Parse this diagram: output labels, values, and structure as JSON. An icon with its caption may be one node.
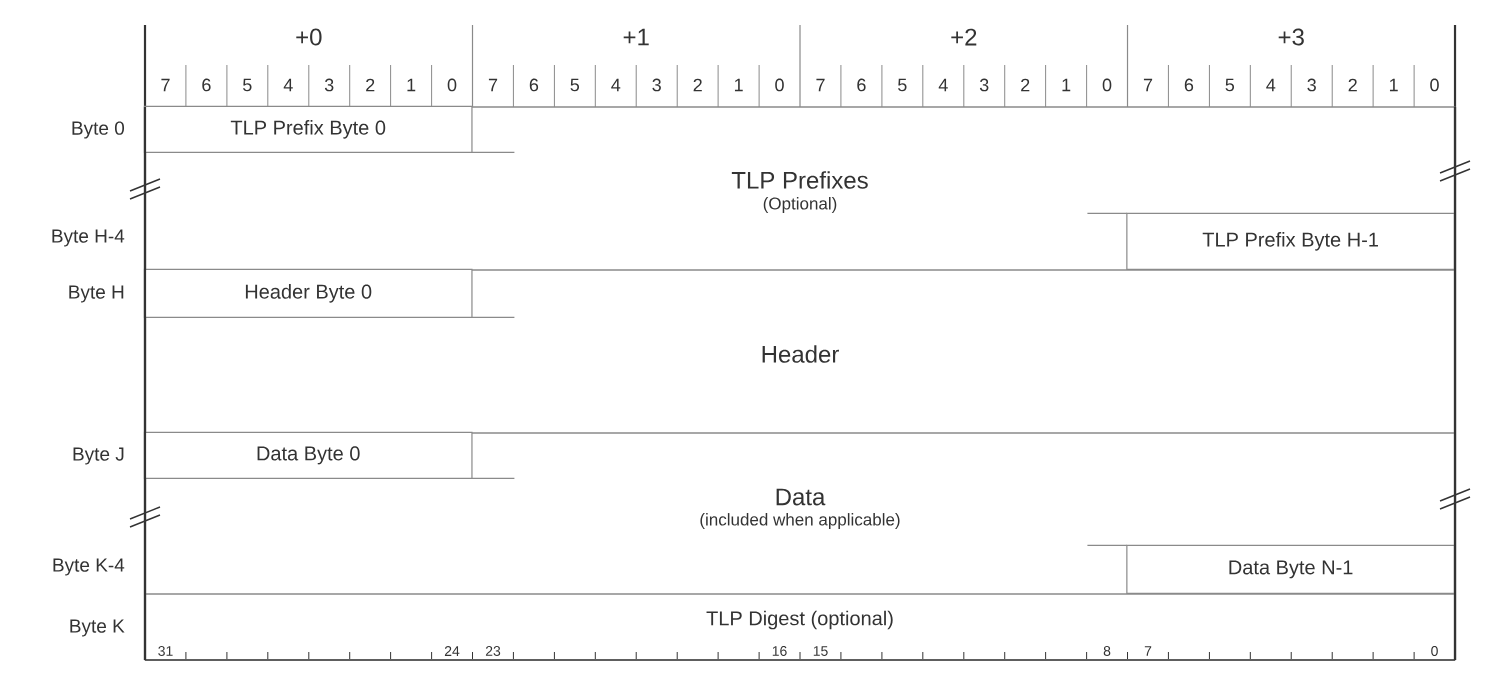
{
  "diagram": {
    "nodes": [
      {
        "text": [
          "TLP Prefixes",
          "(Optional)"
        ]
      },
      {
        "text": [
          "TLP Prefix Byte 0"
        ],
        "in": 0
      },
      {
        "text": [
          "TLP Prefix Byte H-1"
        ],
        "in": 0
      },
      {
        "text": [
          "Header"
        ]
      },
      {
        "text": [
          "Header Byte 0"
        ],
        "in": 3
      },
      {
        "text": [
          "Data",
          "(included when applicable)"
        ]
      },
      {
        "text": [
          "Data Byte 0"
        ],
        "in": 5
      },
      {
        "text": [
          "Data Byte N-1"
        ],
        "in": 5
      },
      {
        "text": [
          "TLP Digest (optional)"
        ]
      }
    ],
    "labels": [
      "+0",
      "+1",
      "+2",
      "+3",
      "7",
      "6",
      "5",
      "4",
      "3",
      "2",
      "1",
      "0",
      "7",
      "6",
      "5",
      "4",
      "3",
      "2",
      "1",
      "0",
      "7",
      "6",
      "5",
      "4",
      "3",
      "2",
      "1",
      "0",
      "7",
      "6",
      "5",
      "4",
      "3",
      "2",
      "1",
      "0",
      "Byte 0",
      "Byte H-4",
      "Byte H",
      "Byte J",
      "Byte K-4",
      "Byte K",
      "31",
      "24",
      "23",
      "16",
      "15",
      "8",
      "7",
      "0"
    ]
  }
}
